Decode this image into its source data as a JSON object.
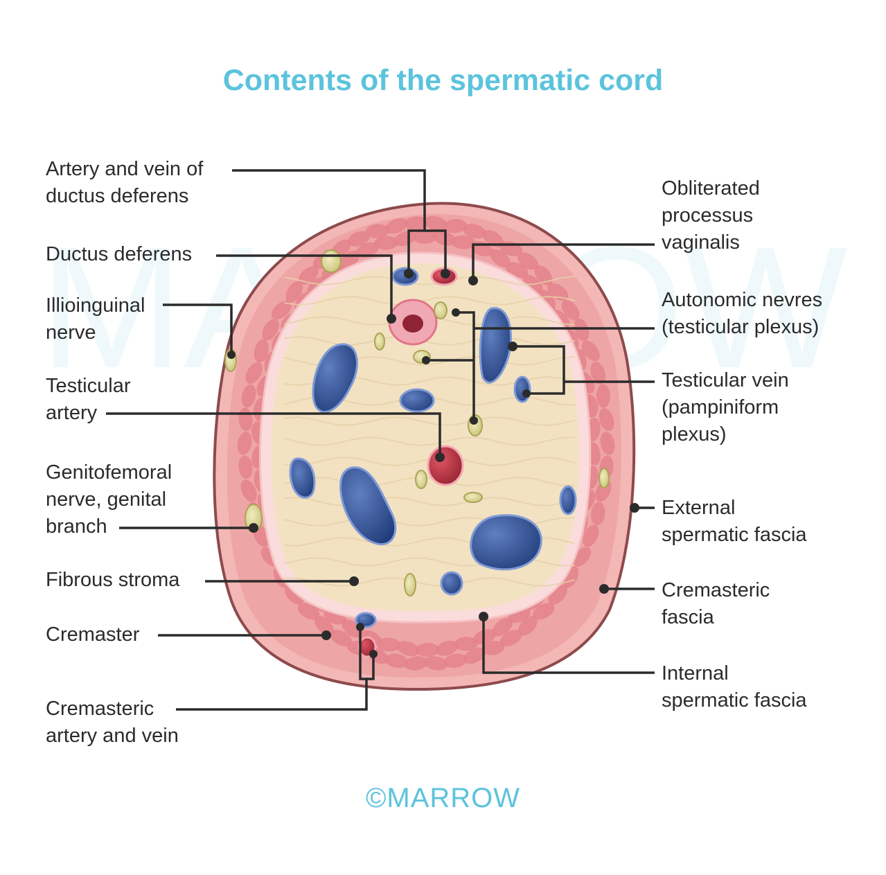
{
  "title": "Contents of the spermatic cord",
  "watermark": "MARROW",
  "copyright": "©MARROW",
  "colors": {
    "title": "#5cc3dc",
    "outer_fascia": "#f3b7b5",
    "muscle": "#e5838a",
    "stroma": "#f2e2c2",
    "vein": "#2e4d8e",
    "artery": "#b8303f",
    "nerve": "#ddd79a",
    "leader": "#2b2b2b"
  },
  "labels": {
    "artery_vein_ductus": [
      "Artery and vein of",
      "ductus deferens"
    ],
    "ductus_deferens": [
      "Ductus deferens"
    ],
    "illioinguinal_nerve": [
      "Illioinguinal",
      "nerve"
    ],
    "testicular_artery": [
      "Testicular",
      "artery"
    ],
    "genitofemoral_nerve": [
      "Genitofemoral",
      "nerve, genital",
      "branch"
    ],
    "fibrous_stroma": [
      "Fibrous stroma"
    ],
    "cremaster": [
      "Cremaster"
    ],
    "cremasteric_artery_vein": [
      "Cremasteric",
      "artery and vein"
    ],
    "obliterated_processus": [
      "Obliterated",
      "processus",
      "vaginalis"
    ],
    "autonomic_nerves": [
      "Autonomic nevres",
      "(testicular plexus)"
    ],
    "testicular_vein": [
      "Testicular vein",
      "(pampiniform",
      "plexus)"
    ],
    "external_fascia": [
      "External",
      "spermatic fascia"
    ],
    "cremasteric_fascia": [
      "Cremasteric",
      "fascia"
    ],
    "internal_fascia": [
      "Internal",
      "spermatic fascia"
    ]
  }
}
